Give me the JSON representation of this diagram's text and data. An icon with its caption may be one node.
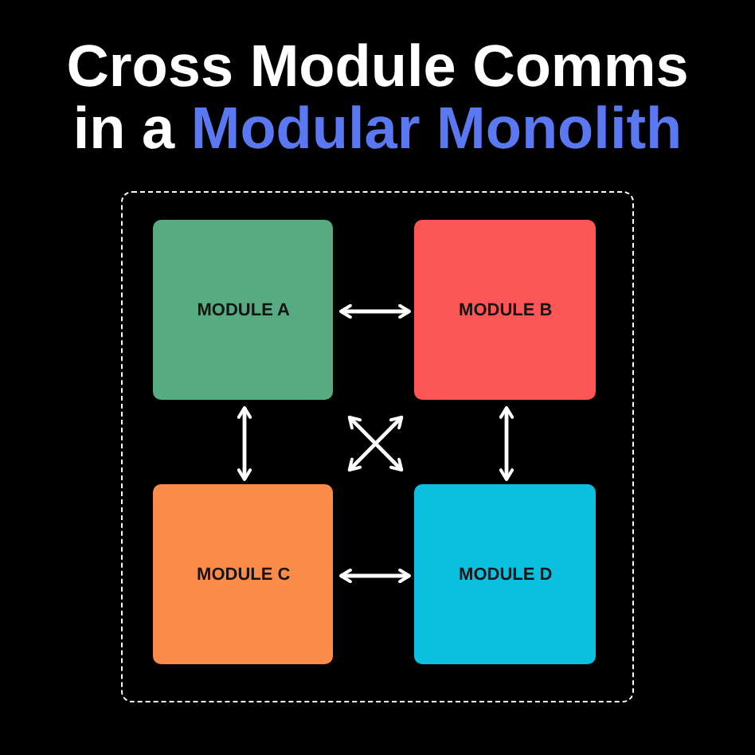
{
  "diagram": {
    "title": "Cross Module Comms in a Modular Monolith",
    "nodes": [
      {
        "text": [],
        "shape": "box"
      },
      {
        "text": [
          "MODULE A"
        ],
        "in": 0
      },
      {
        "text": [
          "MODULE B"
        ],
        "in": 0
      },
      {
        "text": [
          "MODULE C"
        ],
        "in": 0
      },
      {
        "text": [
          "MODULE D"
        ],
        "in": 0
      }
    ],
    "edges": [
      {
        "from": 1,
        "to": 2,
        "arrow": "both"
      },
      {
        "from": 1,
        "to": 3,
        "arrow": "both"
      },
      {
        "from": 2,
        "to": 4,
        "arrow": "both"
      },
      {
        "from": 3,
        "to": 4,
        "arrow": "both"
      },
      {
        "from": 1,
        "to": 4,
        "arrow": "both"
      },
      {
        "from": 2,
        "to": 3,
        "arrow": "both"
      }
    ]
  }
}
